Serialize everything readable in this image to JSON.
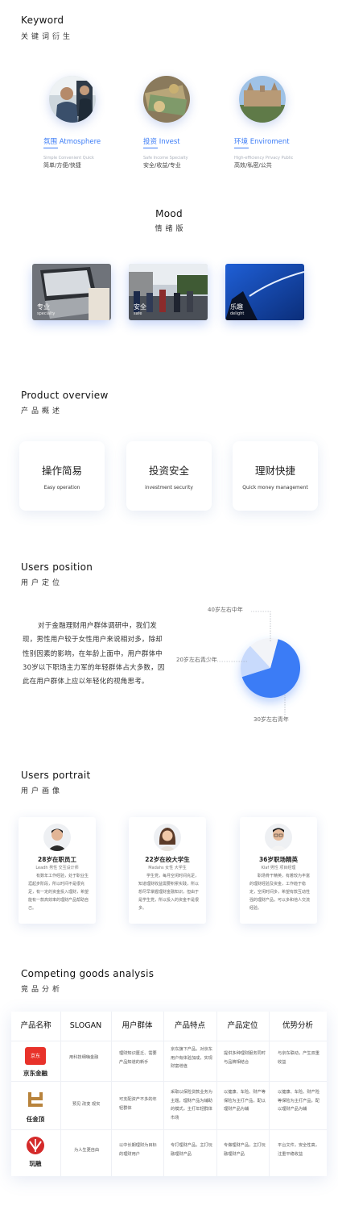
{
  "keyword": {
    "title_en": "Keyword",
    "title_cn": "关键词衍生",
    "items": [
      {
        "title": "氛围  Atmosphere",
        "sub": "Simple  Convenient  Quick",
        "tags": "简单/方便/快捷"
      },
      {
        "title": "投资  Invest",
        "sub": "Safe  Income  Specialty",
        "tags": "安全/收益/专业"
      },
      {
        "title": "环境  Enviroment",
        "sub": "High-efficiency  Privacy  Public",
        "tags": "高效/私密/公共"
      }
    ]
  },
  "mood": {
    "title_en": "Mood",
    "title_cn": "情绪版",
    "items": [
      {
        "cn": "专业",
        "en": "specialty"
      },
      {
        "cn": "安全",
        "en": "safe"
      },
      {
        "cn": "乐趣",
        "en": "delight"
      }
    ]
  },
  "product": {
    "title_en": "Product  overview",
    "title_cn": "产品概述",
    "cards": [
      {
        "title": "操作简易",
        "sub": "Easy  operation"
      },
      {
        "title": "投资安全",
        "sub": "investment  security"
      },
      {
        "title": "理财快捷",
        "sub": "Quick  money  management"
      }
    ]
  },
  "position": {
    "title_en": "Users  position",
    "title_cn": "用户定位",
    "paragraph": "对于金融理财用户群体调研中，我们发现，男性用户较于女性用户来说相对多，除却性别因素的影响，在年龄上面中，用户群体中30岁以下职场主力军的年轻群体占大多数，因此在用户群体上应以年轻化的视角思考。"
  },
  "chart_data": {
    "type": "pie",
    "labels": [
      "30岁左右青年",
      "20岁左右青少年",
      "40岁左右中年"
    ],
    "values": [
      66,
      18,
      16
    ],
    "colors": [
      "#3a7bf6",
      "#c8dafc",
      "#f2f4f8"
    ]
  },
  "portrait": {
    "title_en": "Users  portrait",
    "title_cn": "用户画像",
    "cards": [
      {
        "title": "28岁在职员工",
        "meta": "Leadh  男性  交互设计师",
        "desc": "有数年工作经验，处于职业生涯起步阶段，所以时间不是很充足，有一定的资金投入理财，希望能有一款高效率的理财产品帮助自己。"
      },
      {
        "title": "22岁在校大学生",
        "meta": "Madahs  女性  大学生",
        "desc": "学生党，每月空闲时间充足，知道理财收益需要积累实践，所以想尽早掌握理财金融知识，但由于是学生党，所以投入的资金不是很多。"
      },
      {
        "title": "36岁职场精英",
        "meta": "Klaf  男性  项目经理",
        "desc": "职场骨干精英，有着较为丰富的理财经验及资金，工作趋于稳定，空闲时间多，希望有款互动性强的理财产品，可以多和他人交流经验。"
      }
    ]
  },
  "competing": {
    "title_en": "Competing  goods  analysis",
    "title_cn": "竞品分析",
    "headers": [
      "产品名称",
      "SLOGAN",
      "用户群体",
      "产品特点",
      "产品定位",
      "优势分析"
    ],
    "rows": [
      {
        "name": "京东金融",
        "logo": "京东",
        "slogan": "用科技细嗨金融",
        "users": "理财知识匮乏、需要产品知道的新手",
        "features": "京东旗下产品，对京东用户有体验加成，实现财富增值",
        "positioning": "提供多种理财服务同时与品牌相结合",
        "advantage": "与京东联动，产生双重收益"
      },
      {
        "name": "任金顶",
        "logo": "",
        "slogan": "预见  改变  观实",
        "users": "可支配资产不多的年轻群体",
        "features": "采取以保险贷款业务为主题，理财产品为辅助的模式，主打年轻群体市场",
        "positioning": "以健康、车险、财产等保险为主打产品，配以理财产品为辅",
        "advantage": "以健康、车险、财产险等保险为主打产品，配以理财产品为辅"
      },
      {
        "name": "玩融",
        "logo": "",
        "slogan": "为人生更自由",
        "users": "以中长期理财为目标的理财用户",
        "features": "专打理财产品，主打玩融理财产品",
        "positioning": "专做理财产品，主打玩融理财产品",
        "advantage": "平台文件，安全性高，注重平稳收益"
      }
    ]
  }
}
